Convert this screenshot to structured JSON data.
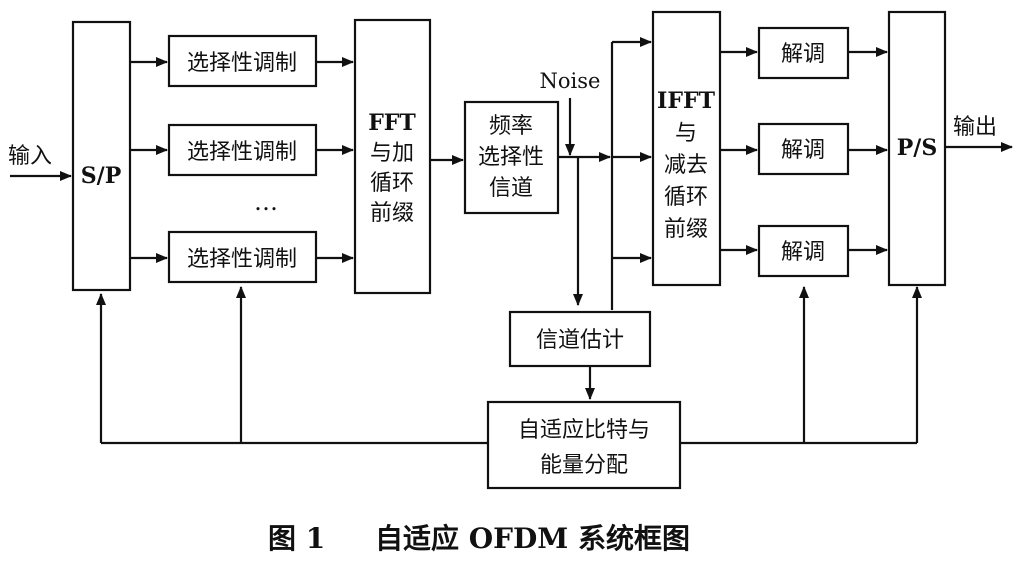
{
  "blocks": {
    "sp": "S/P",
    "mod1": "选择性调制",
    "mod2": "选择性调制",
    "mod_dots": "…",
    "mod3": "选择性调制",
    "fft": [
      "FFT",
      "与加",
      "循环",
      "前缀"
    ],
    "channel": [
      "频率",
      "选择性",
      "信道"
    ],
    "ifft": [
      "IFFT",
      "与",
      "减去",
      "循环",
      "前缀"
    ],
    "demod1": "解调",
    "demod2": "解调",
    "demod3": "解调",
    "ps": "P/S",
    "chan_est": "信道估计",
    "adaptive": [
      "自适应比特与",
      "能量分配"
    ]
  },
  "labels": {
    "input": "输入",
    "noise": "Noise",
    "output": "输出"
  },
  "caption": {
    "figure": "图 1",
    "title": "自适应 OFDM 系统框图"
  }
}
